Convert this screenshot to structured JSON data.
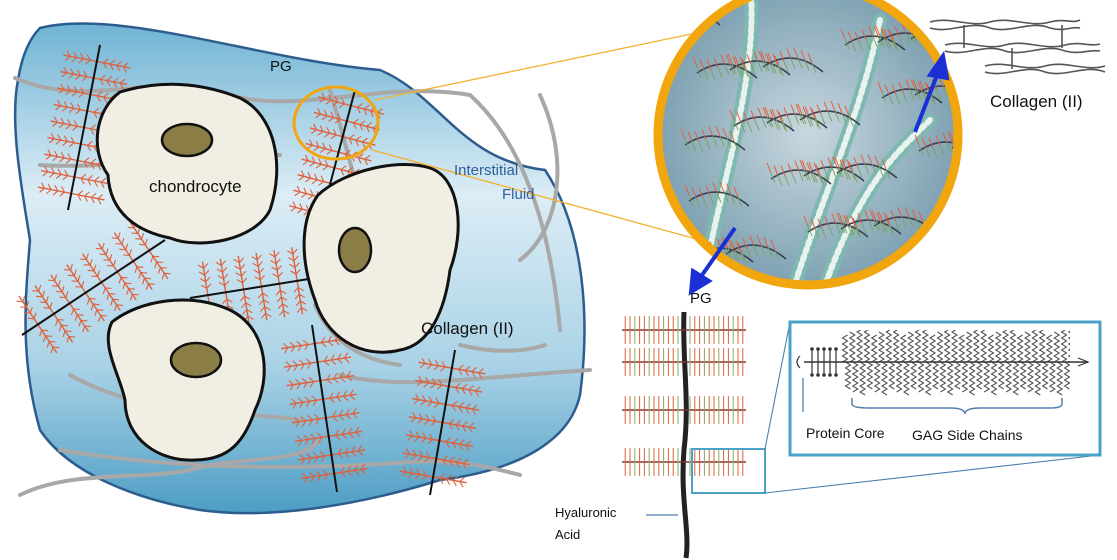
{
  "labels": {
    "pg_matrix": "PG",
    "chondrocyte": "chondrocyte",
    "interstitial_line1": "Interstitial",
    "interstitial_line2": "Fluid",
    "collagen_matrix": "Collagen (II)",
    "collagen_zoom": "Collagen (II)",
    "pg_detail": "PG",
    "hyaluronic_line1": "Hyaluronic",
    "hyaluronic_line2": "Acid",
    "protein_core": "Protein Core",
    "gag_side_chains": "GAG Side Chains"
  },
  "colors": {
    "fluid_light": "#dcedf6",
    "fluid_dark": "#5aa6c9",
    "blob_outline": "#2d5c8f",
    "cell_fill": "#f1efe4",
    "nucleus_fill": "#8a7d45",
    "pg_red": "#e0603a",
    "collagen_gray": "#a8a8a8",
    "zoom_ring": "#f2a60d",
    "arrow_blue": "#1a2fd6",
    "inset_border": "#4aa3c7"
  }
}
